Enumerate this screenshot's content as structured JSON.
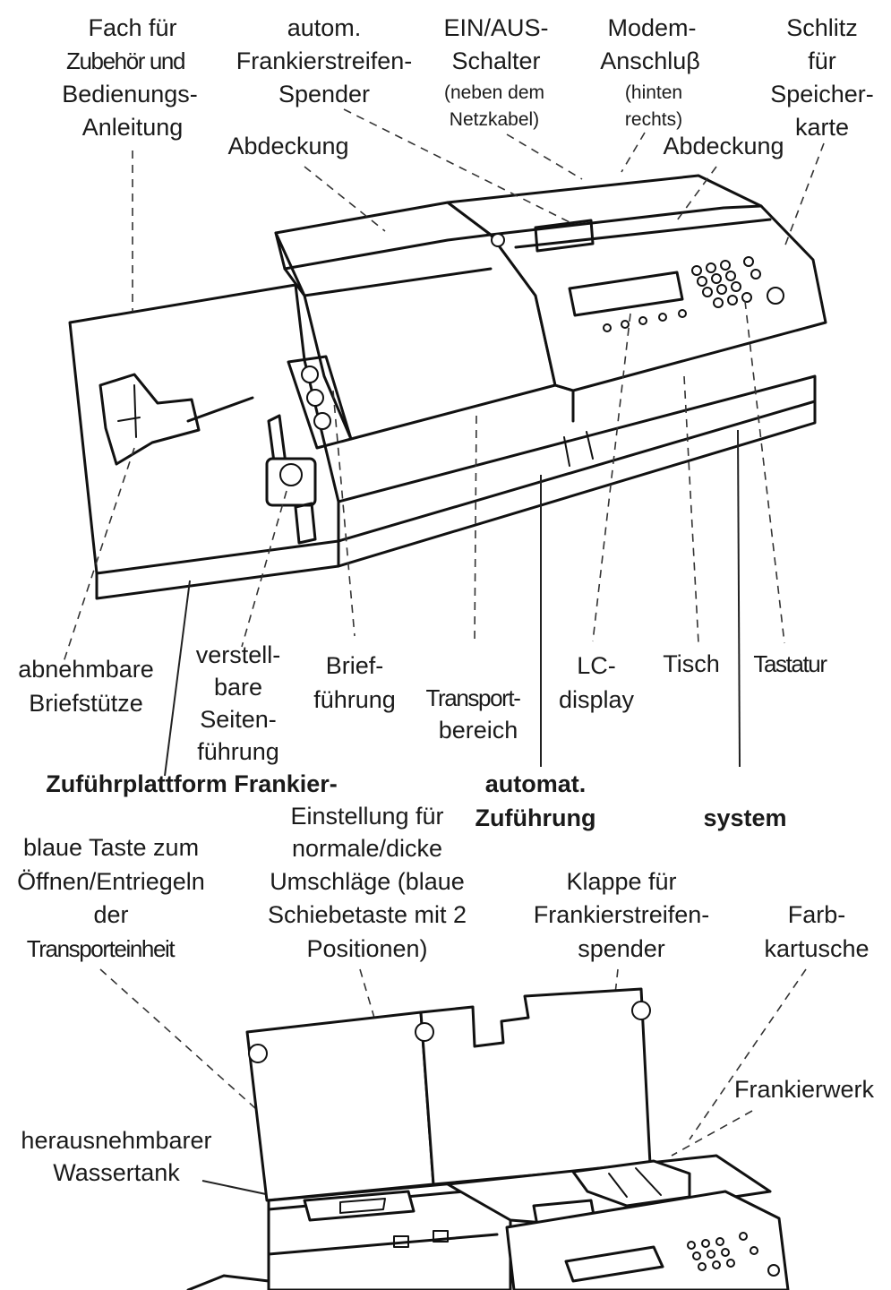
{
  "top_labels": {
    "fach": [
      "Fach für",
      "Zubehör und",
      "Bedienungs-",
      "Anleitung"
    ],
    "spender": [
      "autom.",
      "Frankierstreifen-",
      "Spender"
    ],
    "schalter": [
      "EIN/AUS-",
      "Schalter"
    ],
    "schalter_note": [
      "(neben dem",
      "Netzkabel)"
    ],
    "modem": [
      "Modem-",
      "Anschluβ"
    ],
    "modem_note": [
      "(hinten",
      "rechts)"
    ],
    "schlitz": [
      "Schlitz",
      "für",
      "Speicher-",
      "karte"
    ],
    "abdeckung_left": "Abdeckung",
    "abdeckung_right": "Abdeckung"
  },
  "bottom_labels": {
    "briefstuetze": [
      "abnehmbare",
      "Briefstütze"
    ],
    "seitenfuehrung": [
      "verstell-",
      "bare",
      "Seiten-",
      "führung"
    ],
    "brieffuehrung": [
      "Brief-",
      "führung"
    ],
    "transport": [
      "Transport-",
      "bereich"
    ],
    "lcd": [
      "LC-",
      "display"
    ],
    "tisch": "Tisch",
    "tastatur": "Tastatur"
  },
  "group_labels": {
    "zufuehr": "Zuführplattform Frankier-",
    "automat": [
      "automat.",
      "Zuführung"
    ],
    "system": "system"
  },
  "lower_labels": {
    "blaue_taste": [
      "blaue Taste zum",
      "Öffnen/Entriegeln",
      "der",
      "Transporteinheit"
    ],
    "einstellung": [
      "Einstellung für",
      "normale/dicke",
      "Umschläge (blaue",
      "Schiebetaste mit 2",
      "Positionen)"
    ],
    "klappe": [
      "Klappe für",
      "Frankierstreifen-",
      "spender"
    ],
    "farb": [
      "Farb-",
      "kartusche"
    ],
    "frankierwerk": "Frankierwerk",
    "wassertank": [
      "herausnehmbarer",
      "Wassertank"
    ]
  }
}
